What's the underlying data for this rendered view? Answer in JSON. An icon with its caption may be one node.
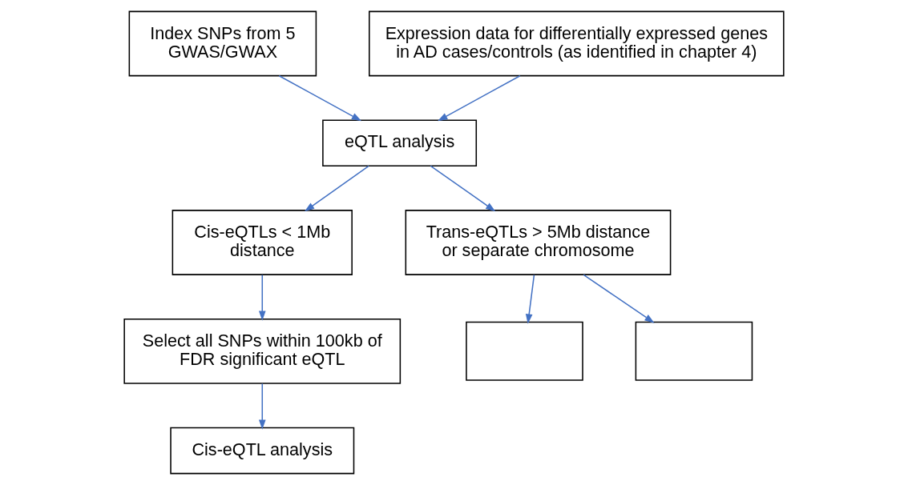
{
  "diagram": {
    "nodes": [
      {
        "text": [
          "Index SNPs from 5 GWAS/GWAX"
        ]
      },
      {
        "text": [
          "Expression data for differentially expressed genes in AD cases/controls (as identified in chapter 4)"
        ]
      },
      {
        "text": [
          "eQTL analysis"
        ]
      },
      {
        "text": [
          "Cis-eQTLs < 1Mb distance"
        ]
      },
      {
        "text": [
          "Trans-eQTLs > 5Mb distance or separate chromosome"
        ]
      },
      {
        "text": [
          "Select all SNPs within 100kb of FDR significant eQTL"
        ]
      },
      {
        "text": [],
        "shape": "box"
      },
      {
        "text": [],
        "shape": "box"
      },
      {
        "text": [
          "Cis-eQTL analysis"
        ]
      }
    ],
    "edges": [
      {
        "from": 0,
        "to": 2,
        "arrow": "to"
      },
      {
        "from": 1,
        "to": 2,
        "arrow": "to"
      },
      {
        "from": 2,
        "to": 3,
        "arrow": "to"
      },
      {
        "from": 2,
        "to": 4,
        "arrow": "to"
      },
      {
        "from": 3,
        "to": 5,
        "arrow": "to"
      },
      {
        "from": 4,
        "to": 6,
        "arrow": "to"
      },
      {
        "from": 4,
        "to": 7,
        "arrow": "to"
      },
      {
        "from": 5,
        "to": 8,
        "arrow": "to"
      }
    ]
  }
}
